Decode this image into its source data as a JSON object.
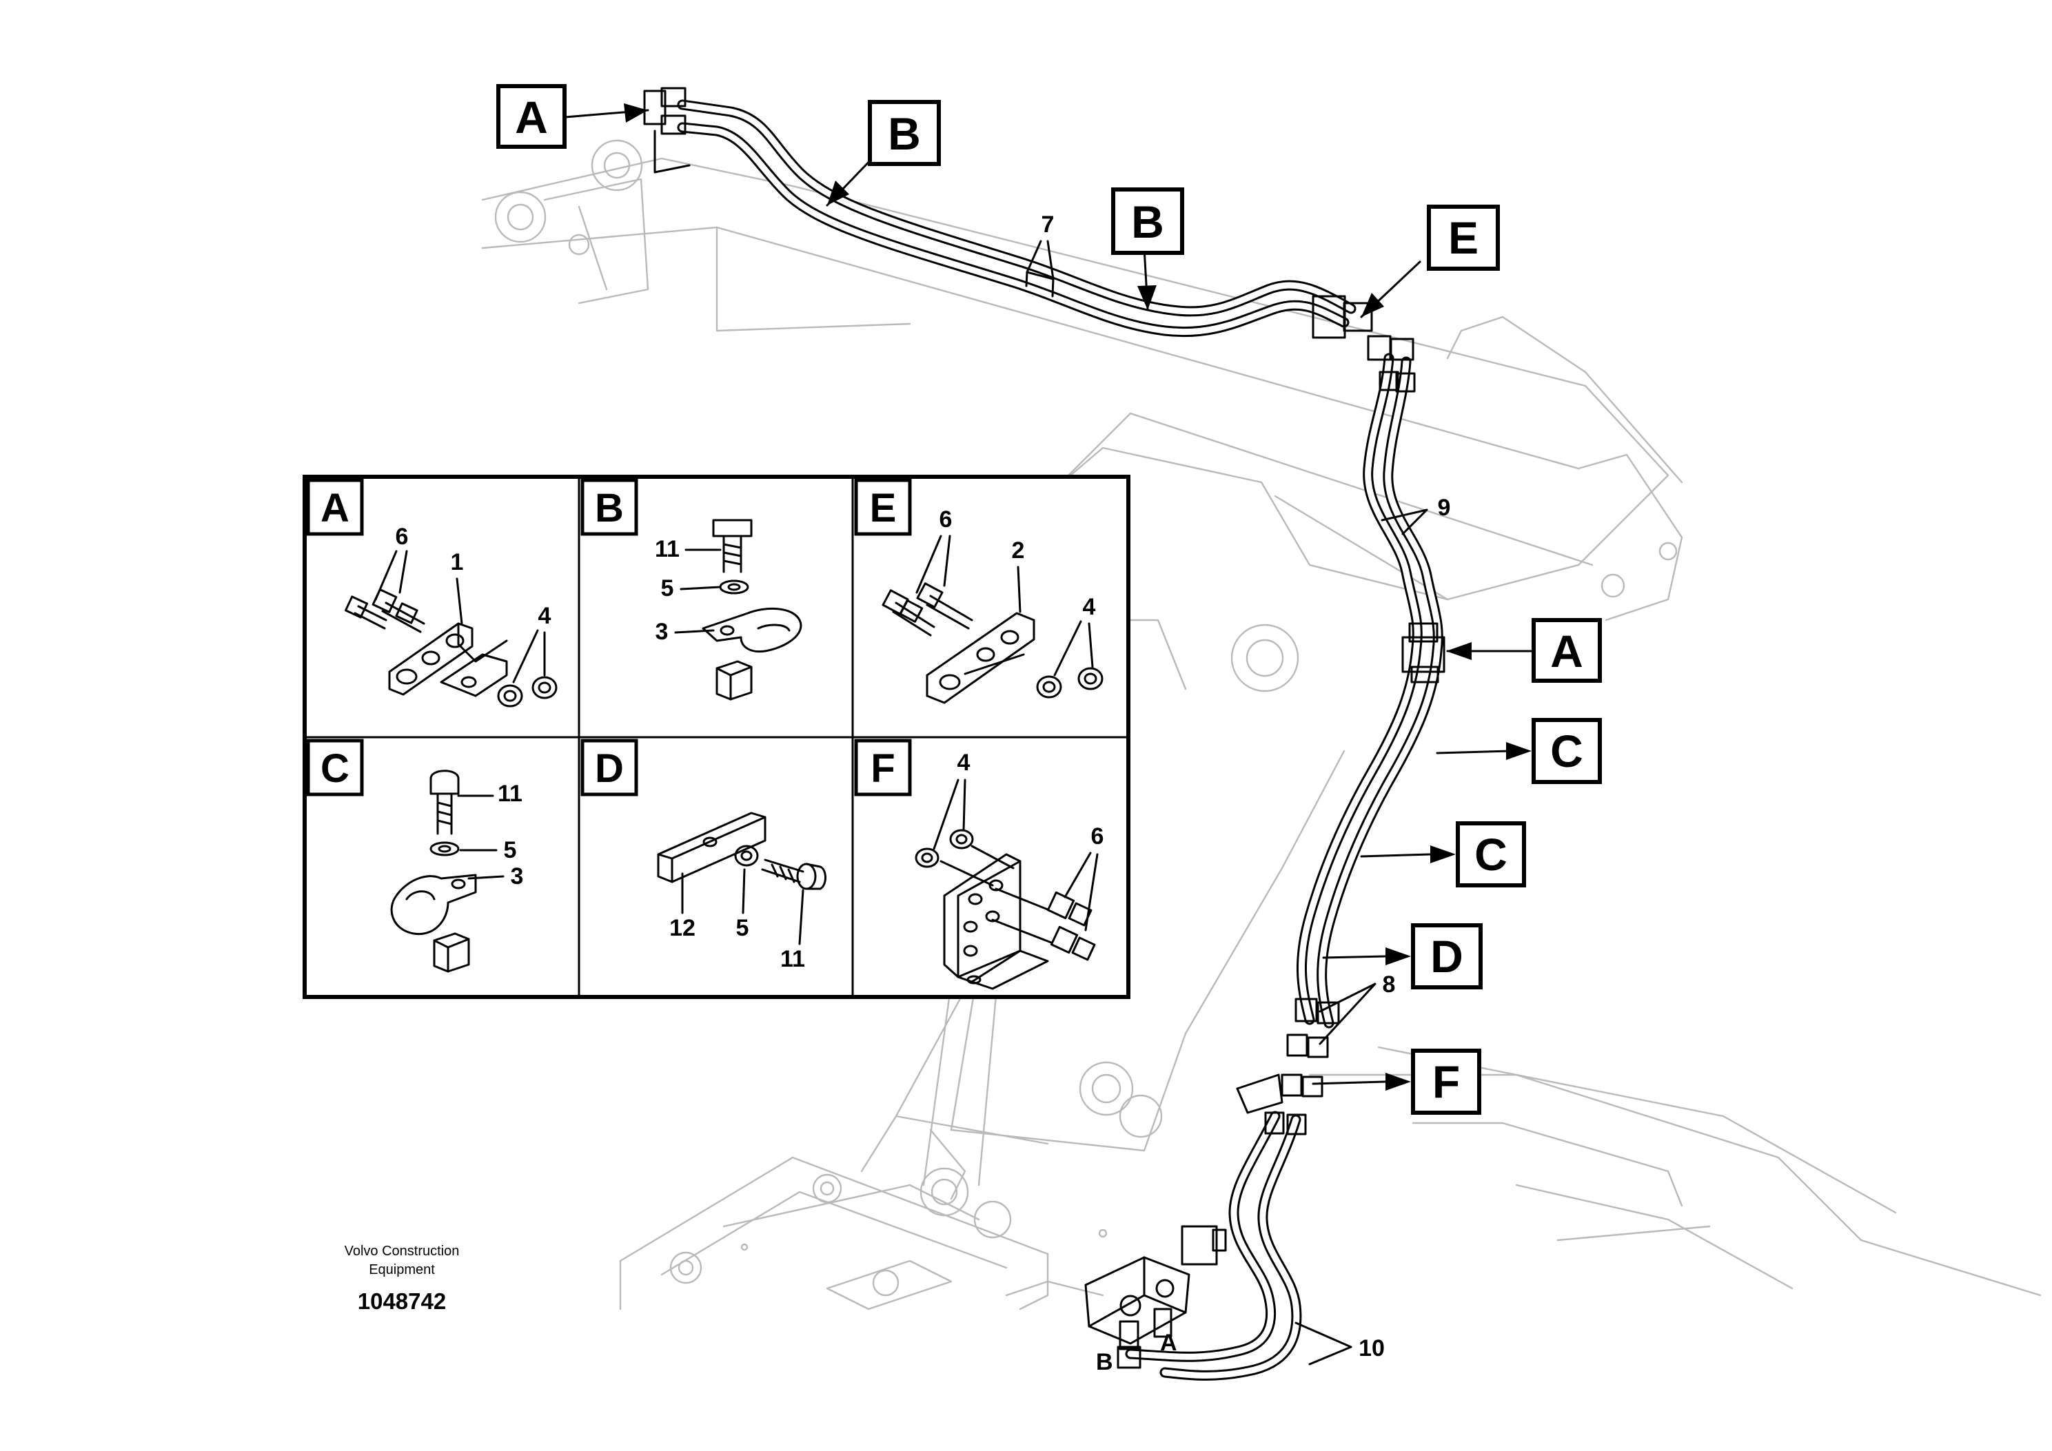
{
  "callouts": {
    "a_top": "A",
    "b_top": "B",
    "b_mid": "B",
    "e_top": "E",
    "a_right": "A",
    "c_right_1": "C",
    "c_right_2": "C",
    "d_right": "D",
    "f_right": "F"
  },
  "main_numbers": {
    "n7": "7",
    "n9": "9",
    "n8": "8",
    "n10": "10"
  },
  "valve_markings": {
    "b": "B",
    "a": "A"
  },
  "panels": [
    {
      "tag": "A",
      "labels": [
        "6",
        "1",
        "4"
      ]
    },
    {
      "tag": "B",
      "labels": [
        "11",
        "5",
        "3"
      ]
    },
    {
      "tag": "E",
      "labels": [
        "6",
        "2",
        "4"
      ]
    },
    {
      "tag": "C",
      "labels": [
        "11",
        "5",
        "3"
      ]
    },
    {
      "tag": "D",
      "labels": [
        "12",
        "5",
        "11"
      ]
    },
    {
      "tag": "F",
      "labels": [
        "4",
        "6"
      ]
    }
  ],
  "footer": {
    "brand_line1": "Volvo Construction",
    "brand_line2": "Equipment",
    "drawing_number": "1048742"
  },
  "colors": {
    "line": "#000000",
    "ghost": "#b9b9b9",
    "background": "#ffffff"
  }
}
